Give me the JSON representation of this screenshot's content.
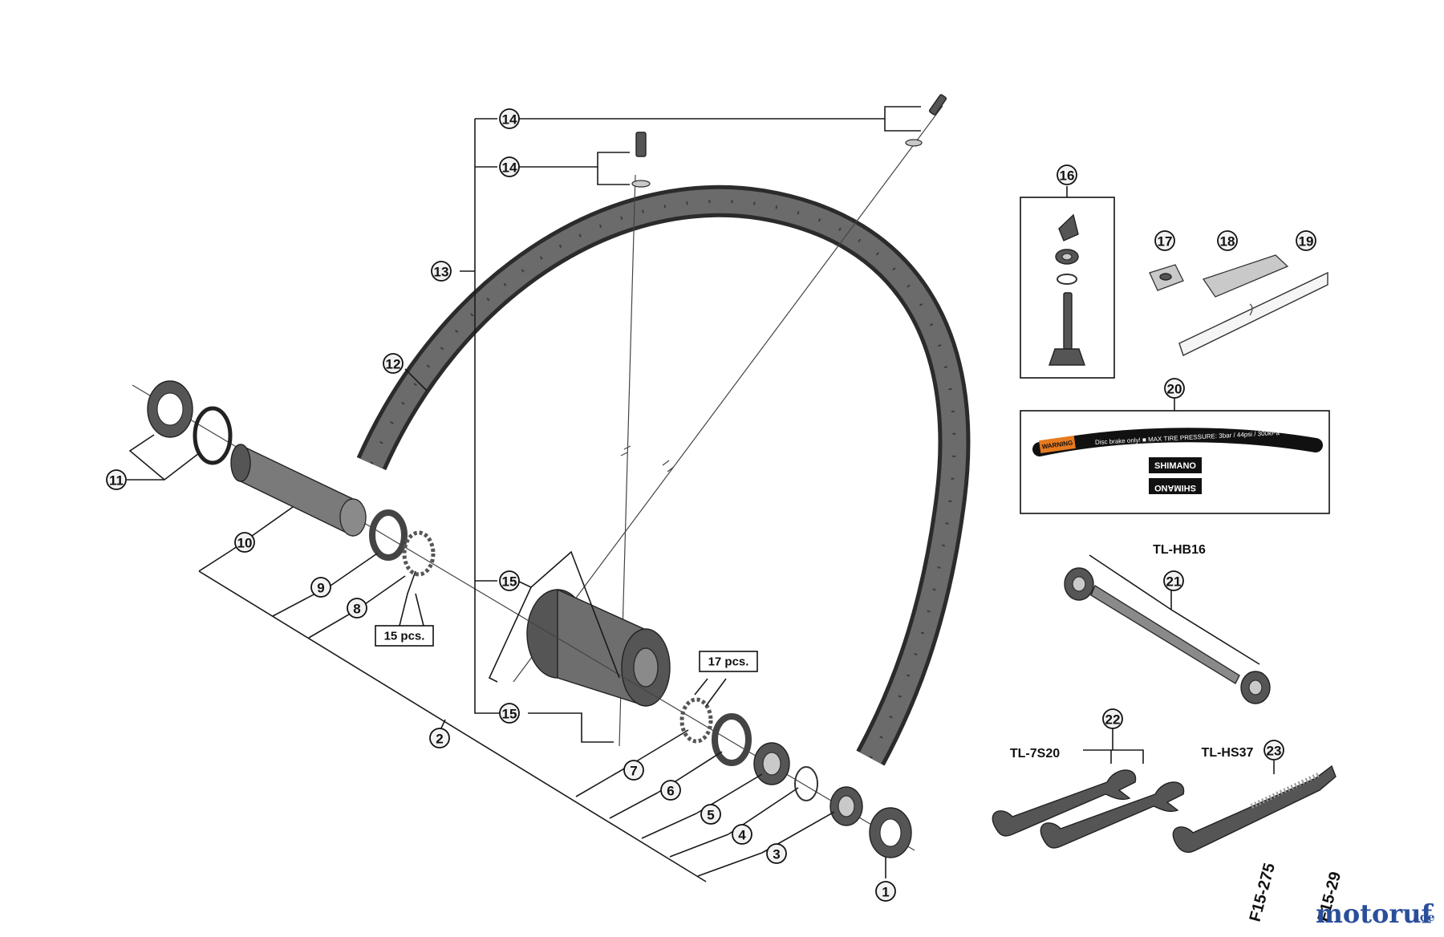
{
  "callouts": [
    {
      "id": "1",
      "label": "1"
    },
    {
      "id": "2",
      "label": "2"
    },
    {
      "id": "3",
      "label": "3"
    },
    {
      "id": "4",
      "label": "4"
    },
    {
      "id": "5",
      "label": "5"
    },
    {
      "id": "6",
      "label": "6"
    },
    {
      "id": "7",
      "label": "7"
    },
    {
      "id": "8",
      "label": "8"
    },
    {
      "id": "9",
      "label": "9"
    },
    {
      "id": "10",
      "label": "10"
    },
    {
      "id": "11",
      "label": "11"
    },
    {
      "id": "12",
      "label": "12"
    },
    {
      "id": "13",
      "label": "13"
    },
    {
      "id": "14a",
      "label": "14"
    },
    {
      "id": "14b",
      "label": "14"
    },
    {
      "id": "15a",
      "label": "15"
    },
    {
      "id": "15b",
      "label": "15"
    },
    {
      "id": "16",
      "label": "16"
    },
    {
      "id": "17",
      "label": "17"
    },
    {
      "id": "18",
      "label": "18"
    },
    {
      "id": "19",
      "label": "19"
    },
    {
      "id": "20",
      "label": "20"
    },
    {
      "id": "21",
      "label": "21"
    },
    {
      "id": "22",
      "label": "22"
    },
    {
      "id": "23",
      "label": "23"
    }
  ],
  "quantity_labels": {
    "q15": "15 pcs.",
    "q17": "17 pcs."
  },
  "tools": {
    "tl_hb16": "TL-HB16",
    "tl_7s20": "TL-7S20",
    "tl_hs37": "TL-HS37"
  },
  "sticker": {
    "warning": "WARNING",
    "text": "Disc brake only! ■ MAX TIRE PRESSURE: 3bar / 44psi / 300kPa",
    "brand": "SHIMANO"
  },
  "diagram_codes": {
    "left": "F15-275",
    "right": "F15-29"
  },
  "watermark": {
    "brand": "motoruf",
    "tld": ".de"
  }
}
